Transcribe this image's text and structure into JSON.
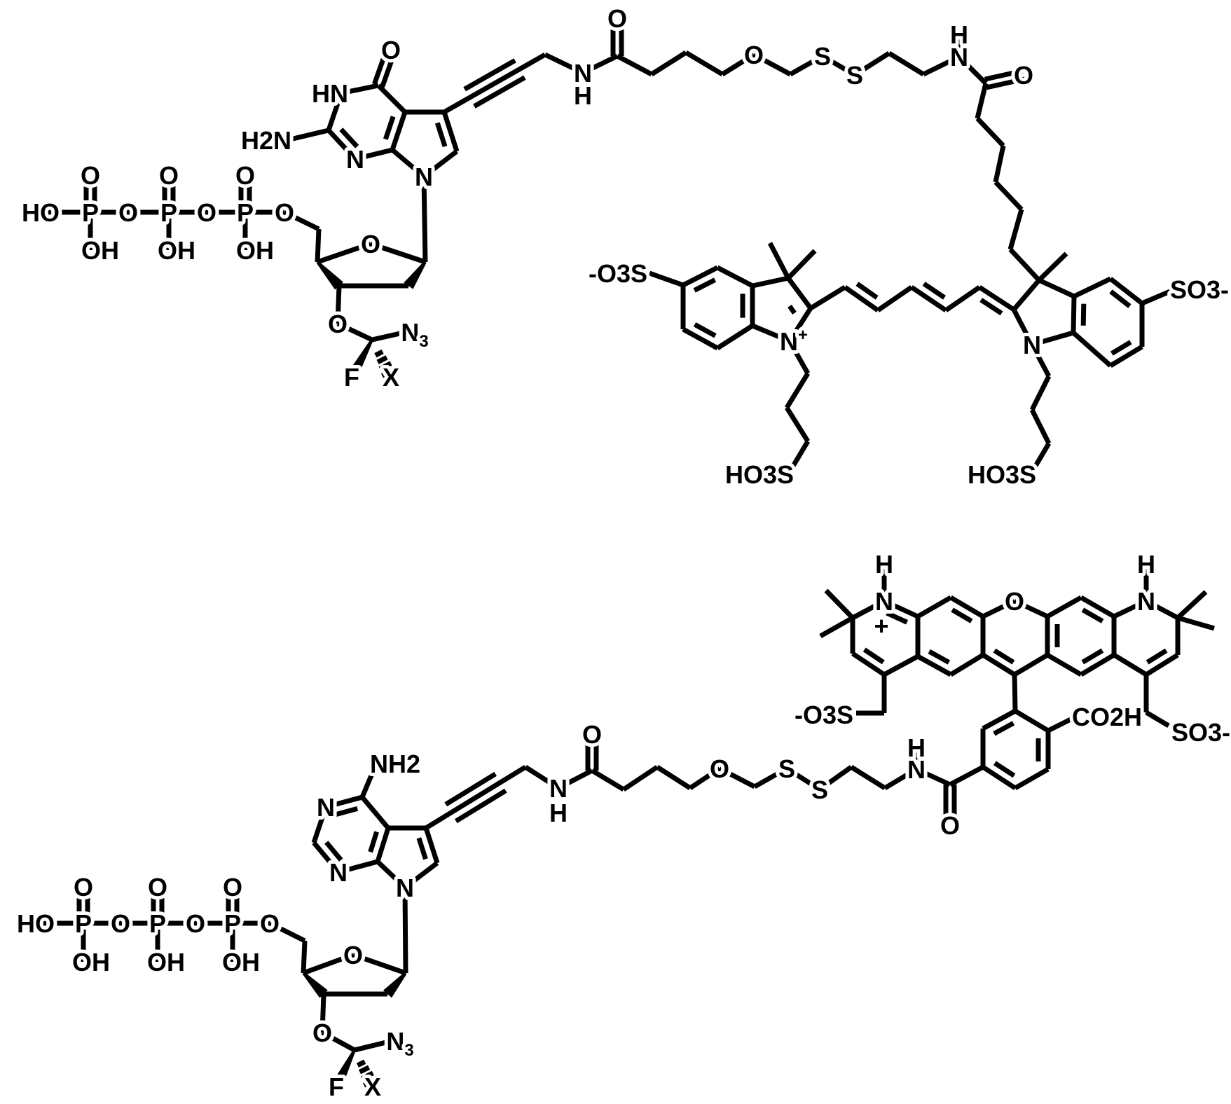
{
  "colors": {
    "ink": "#000000",
    "background": "#ffffff"
  },
  "top_molecule": {
    "labels": [
      "HO",
      "P",
      "P",
      "P",
      "O",
      "O",
      "O",
      "OH",
      "OH",
      "OH",
      "O",
      "O",
      "O",
      "O",
      "O",
      "N3",
      "F",
      "X",
      "N",
      "N",
      "HN",
      "O",
      "H2N",
      "N",
      "H",
      "O",
      "O",
      "S",
      "S",
      "N",
      "H",
      "O",
      "-O3S",
      "N+",
      "HO3S",
      "N",
      "HO3S",
      "SO3-"
    ]
  },
  "bottom_molecule": {
    "labels": [
      "HO",
      "P",
      "P",
      "P",
      "O",
      "O",
      "O",
      "OH",
      "OH",
      "OH",
      "O",
      "O",
      "O",
      "O",
      "O",
      "N3",
      "F",
      "X",
      "N",
      "N",
      "N",
      "NH2",
      "N",
      "H",
      "O",
      "O",
      "S",
      "S",
      "N",
      "H",
      "O",
      "CO2H",
      "-O3S",
      "SO3-",
      "O",
      "N",
      "+",
      "H",
      "N",
      "H"
    ]
  }
}
